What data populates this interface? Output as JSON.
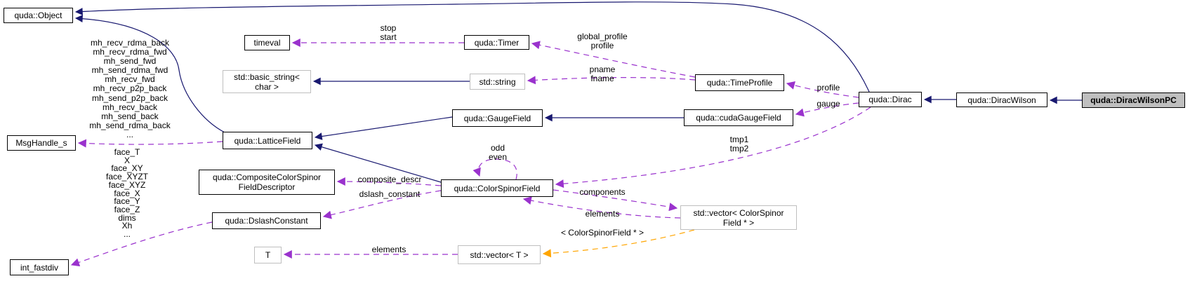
{
  "colors": {
    "inheritance_edge": "#191970",
    "usage_edge": "#9a32cd",
    "template_edge": "#ffa500",
    "target_fill": "#bfbfbf",
    "external_border": "#bfbfbf",
    "node_border": "#000000"
  },
  "nodes": {
    "object": {
      "label": "quda::Object"
    },
    "timeval": {
      "label": "timeval"
    },
    "timer": {
      "label": "quda::Timer"
    },
    "basic_string": {
      "label": "std::basic_string<\nchar >"
    },
    "string": {
      "label": "std::string"
    },
    "timeprofile": {
      "label": "quda::TimeProfile"
    },
    "gaugefield": {
      "label": "quda::GaugeField"
    },
    "cudagaugefield": {
      "label": "quda::cudaGaugeField"
    },
    "dirac": {
      "label": "quda::Dirac"
    },
    "diracwilson": {
      "label": "quda::DiracWilson"
    },
    "diracwilsonpc": {
      "label": "quda::DiracWilsonPC"
    },
    "msghandle": {
      "label": "MsgHandle_s"
    },
    "latticefield": {
      "label": "quda::LatticeField"
    },
    "composite_descriptor": {
      "label": "quda::CompositeColorSpinor\nFieldDescriptor"
    },
    "colorspinorfield": {
      "label": "quda::ColorSpinorField"
    },
    "dslashconstant": {
      "label": "quda::DslashConstant"
    },
    "vector_csf": {
      "label": "std::vector< ColorSpinor\nField * >"
    },
    "int_fastdiv": {
      "label": "int_fastdiv"
    },
    "t": {
      "label": "T"
    },
    "vector_t": {
      "label": "std::vector< T >"
    }
  },
  "edge_labels": {
    "stop_start": "stop\nstart",
    "global_profile_profile": "global_profile\nprofile",
    "pname_fname": "pname\nfname",
    "profile": "profile",
    "gauge": "gauge",
    "tmp1_tmp2": "tmp1\ntmp2",
    "odd_even": "odd\neven",
    "composite_descr": "composite_descr",
    "dslash_constant": "dslash_constant",
    "components": "components",
    "elements_csf": "elements",
    "template_args": "< ColorSpinorField * >",
    "elements_t": "elements",
    "mh_list": "mh_recv_rdma_back\nmh_recv_rdma_fwd\nmh_send_fwd\nmh_send_rdma_fwd\nmh_recv_fwd\nmh_recv_p2p_back\nmh_send_p2p_back\nmh_recv_back\nmh_send_back\nmh_send_rdma_back\n...",
    "face_list": "face_T\nX\nface_XY\nface_XYZT\nface_XYZ\nface_X\nface_Y\nface_Z\ndims\nXh\n..."
  }
}
